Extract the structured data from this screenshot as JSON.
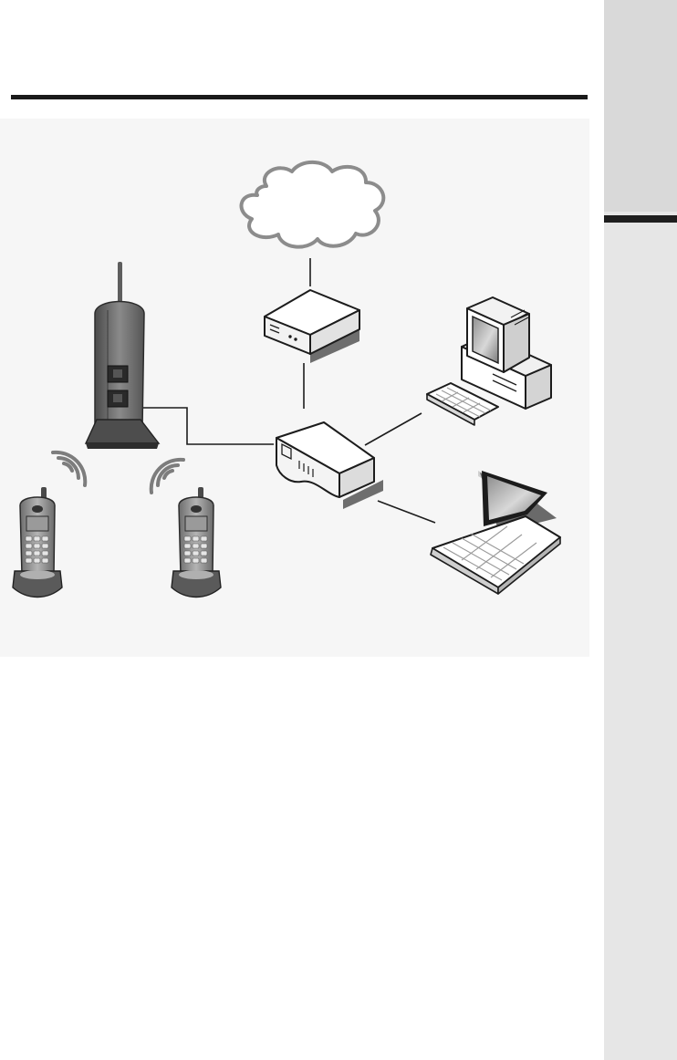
{
  "diagram": {
    "nodes": [
      {
        "id": "internet",
        "icon": "cloud-icon"
      },
      {
        "id": "modem",
        "icon": "modem-icon"
      },
      {
        "id": "router",
        "icon": "router-icon"
      },
      {
        "id": "base-station",
        "icon": "base-station-icon"
      },
      {
        "id": "desktop",
        "icon": "desktop-computer-icon"
      },
      {
        "id": "laptop",
        "icon": "laptop-icon"
      },
      {
        "id": "handset-1",
        "icon": "cordless-handset-icon"
      },
      {
        "id": "handset-2",
        "icon": "cordless-handset-icon"
      }
    ],
    "edges": [
      {
        "from": "internet",
        "to": "modem"
      },
      {
        "from": "modem",
        "to": "router"
      },
      {
        "from": "base-station",
        "to": "router"
      },
      {
        "from": "router",
        "to": "desktop"
      },
      {
        "from": "router",
        "to": "laptop"
      },
      {
        "from": "base-station",
        "to": "handset-1",
        "kind": "wireless"
      },
      {
        "from": "base-station",
        "to": "handset-2",
        "kind": "wireless"
      }
    ]
  },
  "colors": {
    "page_rule": "#1a1a1a",
    "side_tab": "#e6e6e6",
    "side_tab_bar": "#1e1e1e",
    "panel": "#f6f6f6"
  }
}
